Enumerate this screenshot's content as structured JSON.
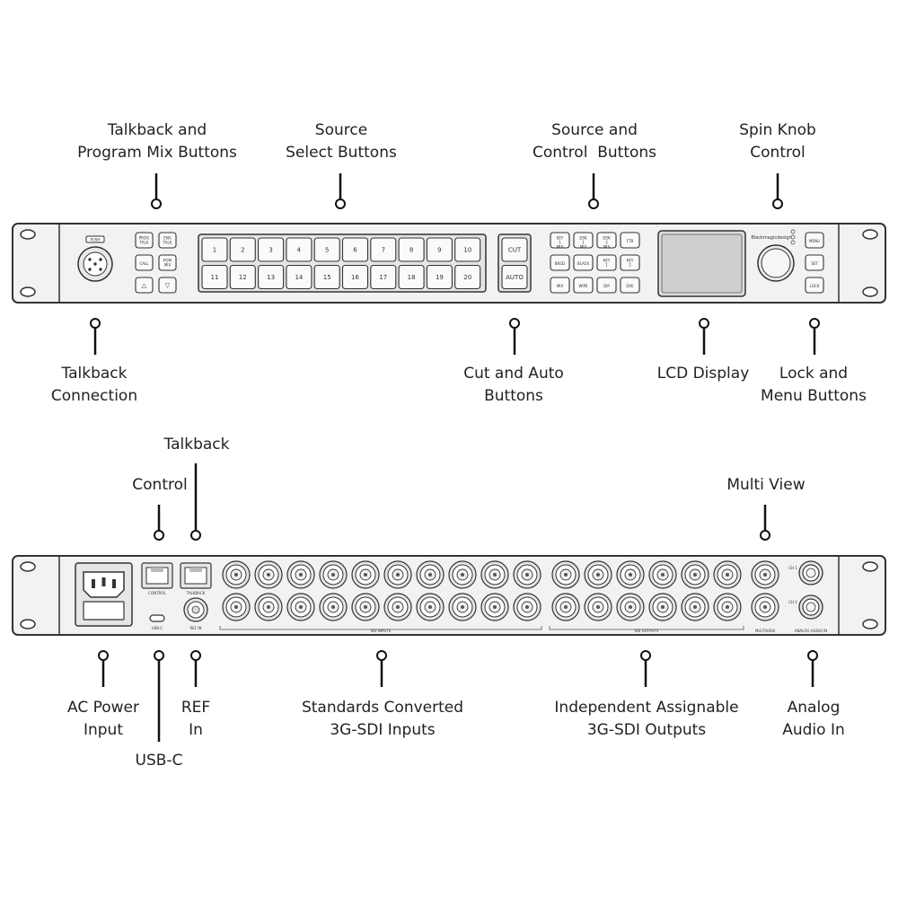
{
  "front_labels": {
    "talkback_program": [
      "Talkback and",
      "Program Mix Buttons"
    ],
    "source_select": [
      "Source",
      "Select Buttons"
    ],
    "source_control": [
      "Source and",
      "Control  Buttons"
    ],
    "spin_knob": [
      "Spin Knob",
      "Control"
    ],
    "talkback_connection": [
      "Talkback",
      "Connection"
    ],
    "cut_auto": [
      "Cut and Auto",
      "Buttons"
    ],
    "lcd_display": [
      "LCD Display"
    ],
    "lock_menu": [
      "Lock and",
      "Menu Buttons"
    ]
  },
  "rear_labels": {
    "talkback": [
      "Talkback"
    ],
    "control": [
      "Control"
    ],
    "multi_view": [
      "Multi View"
    ],
    "ac_power": [
      "AC Power",
      "Input"
    ],
    "usb_c": [
      "USB-C"
    ],
    "ref_in": [
      "REF",
      "In"
    ],
    "sdi_inputs": [
      "Standards Converted",
      "3G-SDI Inputs"
    ],
    "sdi_outputs": [
      "Independent Assignable",
      "3G-SDI Outputs"
    ],
    "analog_audio": [
      "Analog",
      "Audio In"
    ]
  },
  "front_panel": {
    "xlr_label": "PUSH",
    "talkback_buttons": [
      "PROG TALK",
      "ENG TALK",
      "CALL",
      "PGM MIX",
      "△",
      "▽"
    ],
    "source_buttons_row1": [
      "1",
      "2",
      "3",
      "4",
      "5",
      "6",
      "7",
      "8",
      "9",
      "10"
    ],
    "source_buttons_row2": [
      "11",
      "12",
      "13",
      "14",
      "15",
      "16",
      "17",
      "18",
      "19",
      "20"
    ],
    "transition_buttons": [
      "CUT",
      "AUTO"
    ],
    "control_buttons": [
      "KEY 1 MIX",
      "DSK 1 MIX",
      "DSK 2 MIX",
      "FTB",
      "BKGD",
      "BLACK",
      "KEY 1",
      "KEY 2",
      "MIX",
      "WIPE",
      "DIP",
      "DVE"
    ],
    "brand": "Blackmagicdesign",
    "menu_buttons": [
      "MENU",
      "SET",
      "LOCK"
    ]
  },
  "rear_panel": {
    "control_port": "CONTROL",
    "talkback_port": "TALKBACK",
    "usb_label": "USB-C",
    "ref_label": "REF IN",
    "sdi_in_label": "SDI INPUTS",
    "sdi_out_label": "SDI OUTPUTS",
    "multiview_label": "MULTIVIEW",
    "audio_label": "ANALOG AUDIO IN",
    "audio_ch": [
      "CH 1",
      "CH 2"
    ]
  }
}
